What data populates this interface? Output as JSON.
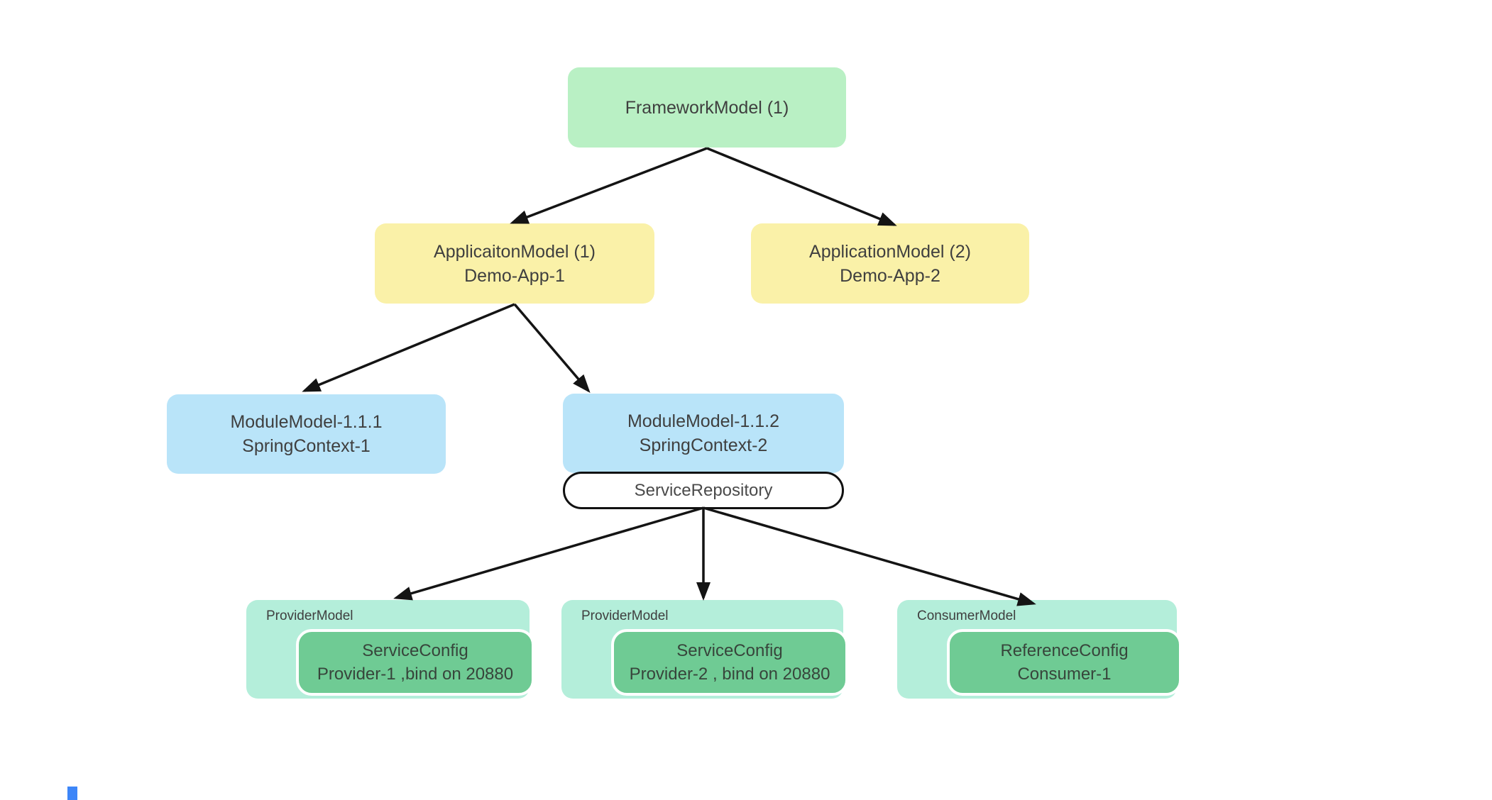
{
  "diagram": {
    "nodes": {
      "framework": {
        "title": "FrameworkModel (1)"
      },
      "app1": {
        "title": "ApplicaitonModel (1)",
        "subtitle": "Demo-App-1"
      },
      "app2": {
        "title": "ApplicationModel (2)",
        "subtitle": "Demo-App-2"
      },
      "module1": {
        "title": "ModuleModel-1.1.1",
        "subtitle": "SpringContext-1"
      },
      "module2": {
        "title": "ModuleModel-1.1.2",
        "subtitle": "SpringContext-2"
      },
      "service_repository": {
        "title": "ServiceRepository"
      },
      "provider1": {
        "label": "ProviderModel",
        "config_title": "ServiceConfig",
        "config_subtitle": "Provider-1 ,bind on 20880"
      },
      "provider2": {
        "label": "ProviderModel",
        "config_title": "ServiceConfig",
        "config_subtitle": "Provider-2 , bind on 20880"
      },
      "consumer1": {
        "label": "ConsumerModel",
        "config_title": "ReferenceConfig",
        "config_subtitle": "Consumer-1"
      }
    },
    "colors": {
      "framework_green": "#b9f0c4",
      "application_yellow": "#faf1a8",
      "module_blue": "#b9e4f9",
      "leaf_teal": "#b4eeda",
      "config_green": "#6fcb94",
      "arrow_black": "#141414",
      "text_gray": "#3f3f3f"
    }
  }
}
